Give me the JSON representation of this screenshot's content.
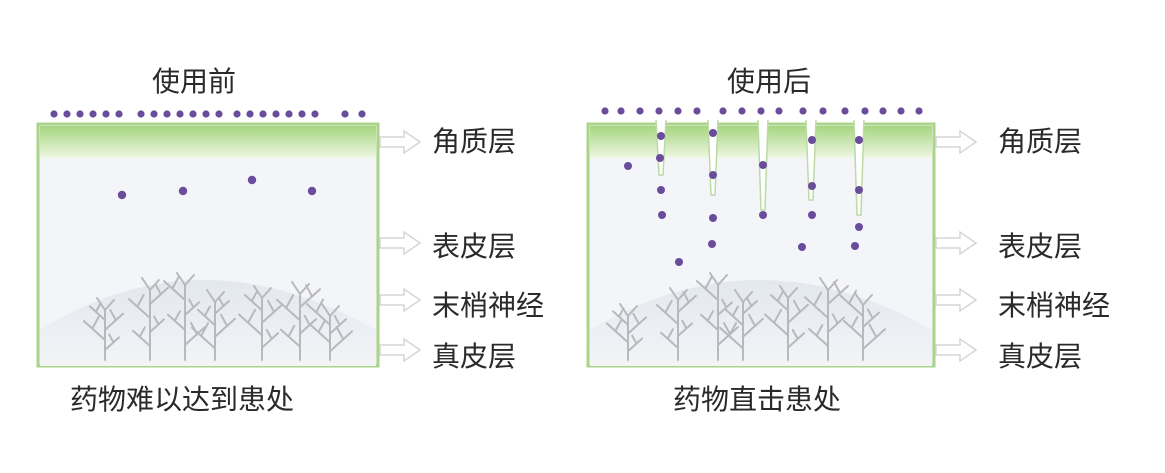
{
  "colors": {
    "skin_border": "#a9d48a",
    "stratum_corneum": "#b9dd93",
    "epidermis_fill": "#f4f5f8",
    "dermis_dome": "#e9ecf0",
    "nerve": "#b8b8bd",
    "drug_dot": "#6a4c9c",
    "arrow": "#e6e6e6",
    "text": "#2a2a2a"
  },
  "before": {
    "title": "使用前",
    "caption": "药物难以达到患处",
    "layers": [
      "角质层",
      "表皮层",
      "末梢神经",
      "真皮层"
    ]
  },
  "after": {
    "title": "使用后",
    "caption": "药物直击患处",
    "layers": [
      "角质层",
      "表皮层",
      "末梢神经",
      "真皮层"
    ]
  }
}
